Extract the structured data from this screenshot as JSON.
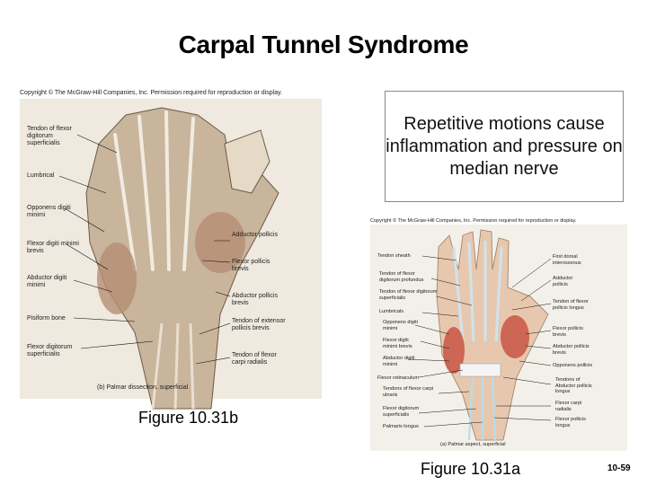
{
  "title": "Carpal Tunnel Syndrome",
  "copyright_left": "Copyright © The McGraw-Hill Companies, Inc. Permission required for reproduction or display.",
  "copyright_right": "Copyright © The McGraw-Hill Companies, Inc. Permission required for reproduction or display.",
  "callout": "Repetitive motions cause inflammation and pressure on median nerve",
  "figure_b": {
    "caption": "Figure 10.31b",
    "panel_caption": "(b) Palmar dissection, superficial",
    "labels_left": [
      "Tendon of flexor digitorum superficialis",
      "Lumbrical",
      "Opponens digiti minimi",
      "Flexor digiti minimi brevis",
      "Abductor digiti minimi",
      "Pisiform bone",
      "Flexor digitorum superficialis"
    ],
    "labels_right": [
      "Adductor pollicis",
      "Flexor pollicis brevis",
      "Abductor pollicis brevis",
      "Tendon of extensor pollicis brevis",
      "Tendon of flexor carpi radialis"
    ]
  },
  "figure_a": {
    "caption": "Figure 10.31a",
    "panel_caption": "(a) Palmar aspect, superficial",
    "labels_left": [
      "Tendon sheath",
      "Tendon of flexor digitorum profundus",
      "Tendon of flexor digitorum superficialis",
      "Lumbricals",
      "Opponens digiti minimi",
      "Flexor digiti minimi brevis",
      "Abductor digiti minimi",
      "Flexor retinaculum",
      "Tendons of flexor carpi ulnaris",
      "Flexor digitorum superficialis",
      "Palmaris longus"
    ],
    "labels_right": [
      "First dorsal interosseous",
      "Adductor pollicis",
      "Tendon of flexor pollicis longus",
      "Flexor pollicis brevis",
      "Abductor pollicis brevis",
      "Opponens pollicis",
      "Tendons of Abductor pollicis longus",
      "Flexor carpi radialis",
      "Flexor pollicis longus"
    ]
  },
  "page_number": "10-59"
}
